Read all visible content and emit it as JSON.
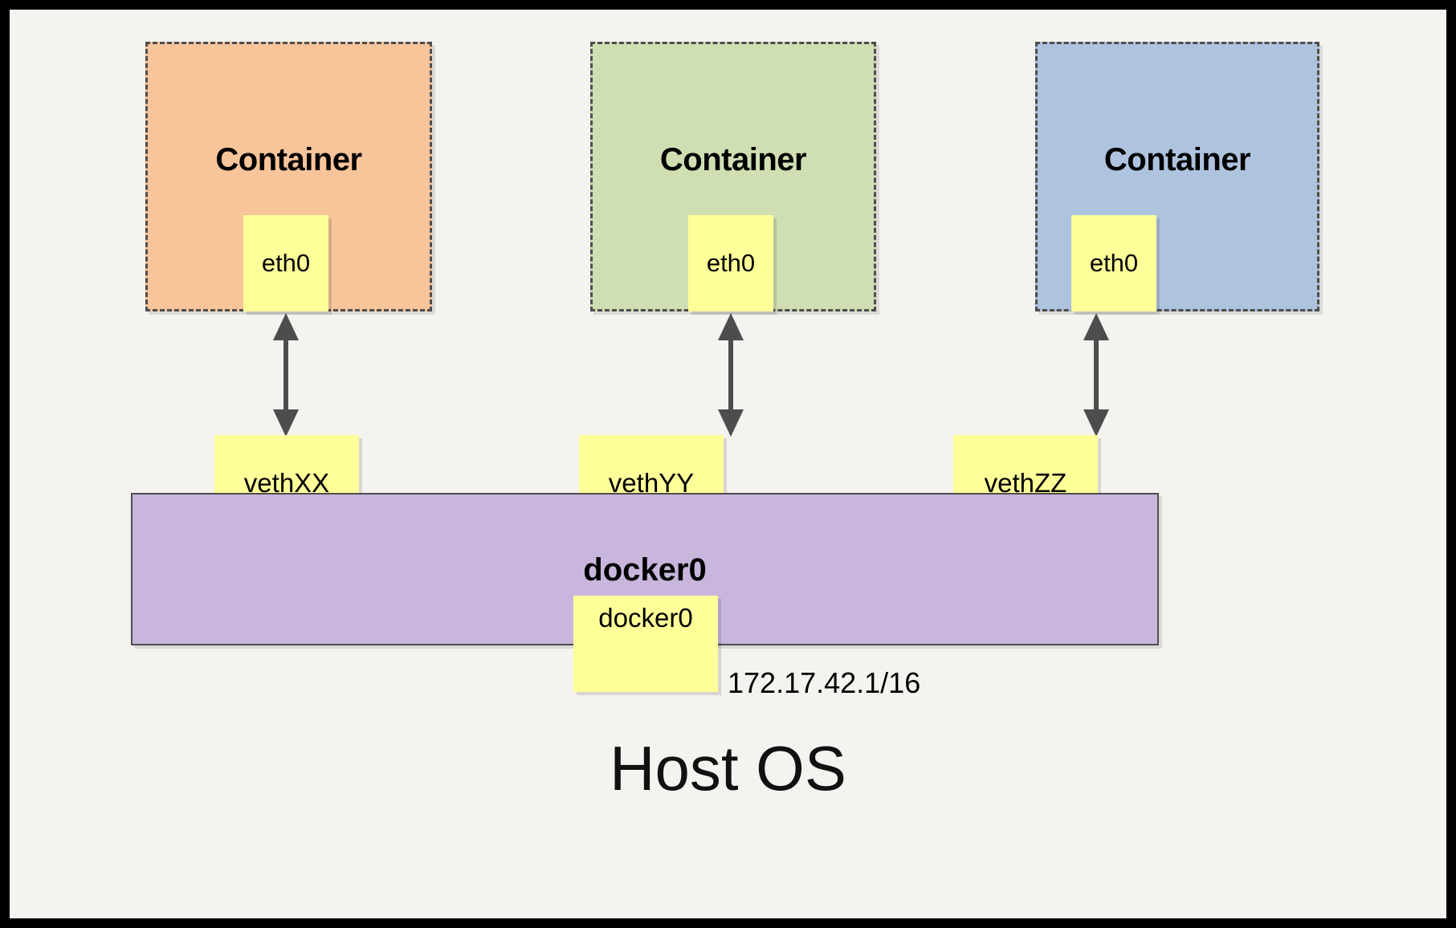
{
  "diagram": {
    "title": "Docker container networking with docker0 bridge",
    "background_color": "#f4f3ef",
    "frame_color": "#000000",
    "host_label": "Host OS",
    "bridge": {
      "name": "docker0",
      "interface_label": "docker0",
      "ip_label": "172.17.42.1/16",
      "fill_color": "#c8b6dd",
      "stroke_color": "#4d4d4d"
    },
    "containers": [
      {
        "title": "Container",
        "interface": "eth0",
        "veth": "vethXX",
        "fill_color": "#f8c49a",
        "stroke_color": "#4d4d4d"
      },
      {
        "title": "Container",
        "interface": "eth0",
        "veth": "vethYY",
        "fill_color": "#cfdfb2",
        "stroke_color": "#4d4d4d"
      },
      {
        "title": "Container",
        "interface": "eth0",
        "veth": "vethZZ",
        "fill_color": "#aec3de",
        "stroke_color": "#4d4d4d"
      }
    ],
    "link_color": "#4d4d4d",
    "chip_color": "#ffff99"
  }
}
